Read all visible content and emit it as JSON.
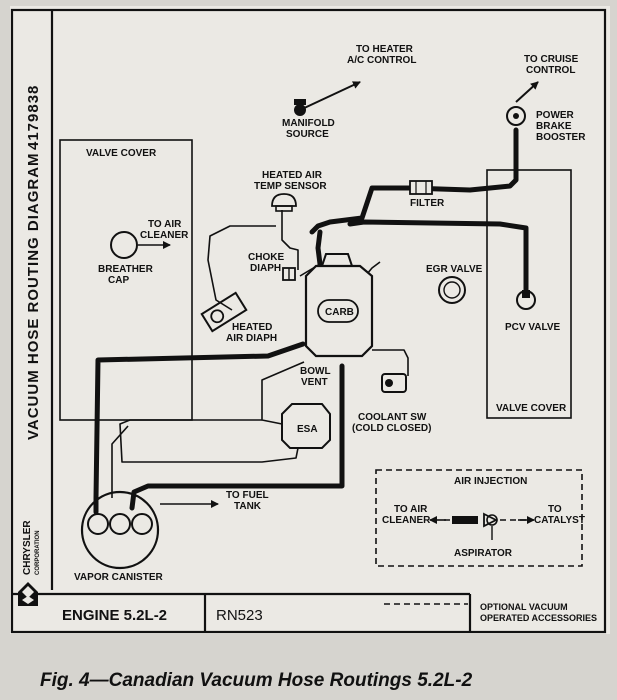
{
  "title": "VACUUM HOSE ROUTING DIAGRAM",
  "part_number": "4179838",
  "brand": {
    "name": "CHRYSLER",
    "sub": "CORPORATION"
  },
  "engine_label": "ENGINE 5.2L-2",
  "code_label": "RN523",
  "legend_text": [
    "OPTIONAL VACUUM",
    "OPERATED ACCESSORIES"
  ],
  "caption": "Fig. 4—Canadian Vacuum Hose Routings 5.2L-2",
  "labels": {
    "to_heater": [
      "TO HEATER",
      "A/C CONTROL"
    ],
    "manifold_source": [
      "MANIFOLD",
      "SOURCE"
    ],
    "to_cruise": [
      "TO CRUISE",
      "CONTROL"
    ],
    "power_brake": [
      "POWER",
      "BRAKE",
      "BOOSTER"
    ],
    "valve_cover_left": "VALVE COVER",
    "heated_air_temp": [
      "HEATED AIR",
      "TEMP SENSOR"
    ],
    "filter": "FILTER",
    "to_air_cleaner": [
      "TO AIR",
      "CLEANER"
    ],
    "breather_cap": [
      "BREATHER",
      "CAP"
    ],
    "choke_diaph": [
      "CHOKE",
      "DIAPH"
    ],
    "egr_valve": "EGR VALVE",
    "carb": "CARB",
    "heated_air_diaph": [
      "HEATED",
      "AIR DIAPH"
    ],
    "pcv_valve": "PCV VALVE",
    "bowl_vent": [
      "BOWL",
      "VENT"
    ],
    "esa": "ESA",
    "coolant_sw": [
      "COOLANT SW",
      "(COLD CLOSED)"
    ],
    "valve_cover_right": "VALVE COVER",
    "air_injection": "AIR INJECTION",
    "ai_to_air_cleaner": [
      "TO AIR",
      "CLEANER"
    ],
    "to_catalyst": [
      "TO",
      "CATALYST"
    ],
    "aspirator": "ASPIRATOR",
    "to_fuel_tank": [
      "TO FUEL",
      "TANK"
    ],
    "vapor_canister": "VAPOR CANISTER"
  }
}
